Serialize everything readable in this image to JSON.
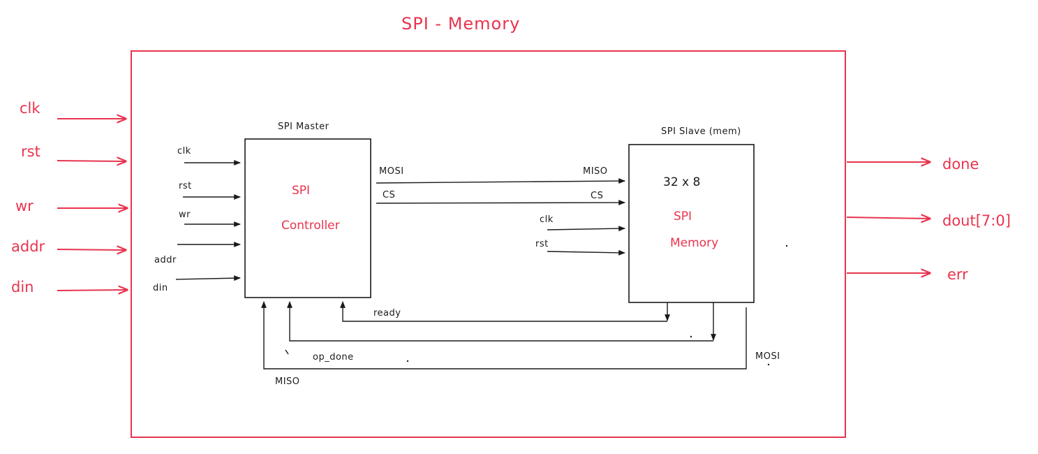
{
  "title": "SPI - Memory",
  "colors": {
    "accent_red": "#e8344e",
    "ink": "#1a1a1a"
  },
  "top_inputs": [
    "clk",
    "rst",
    "wr",
    "addr",
    "din"
  ],
  "top_outputs": [
    "done",
    "dout[7:0]",
    "err"
  ],
  "master": {
    "header": "SPI Master",
    "line1": "SPI",
    "line2": "Controller",
    "inputs": [
      "clk",
      "rst",
      "wr",
      "addr",
      "din"
    ],
    "out_mosi": "MOSI",
    "out_cs": "CS"
  },
  "slave": {
    "header": "SPI Slave (mem)",
    "size": "32 x 8",
    "line1": "SPI",
    "line2": "Memory",
    "in_miso": "MISO",
    "in_cs": "CS",
    "in_clk": "clk",
    "in_rst": "rst"
  },
  "feedback": {
    "ready": "ready",
    "op_done": "op_done",
    "mosi": "MOSI",
    "miso": "MISO"
  }
}
